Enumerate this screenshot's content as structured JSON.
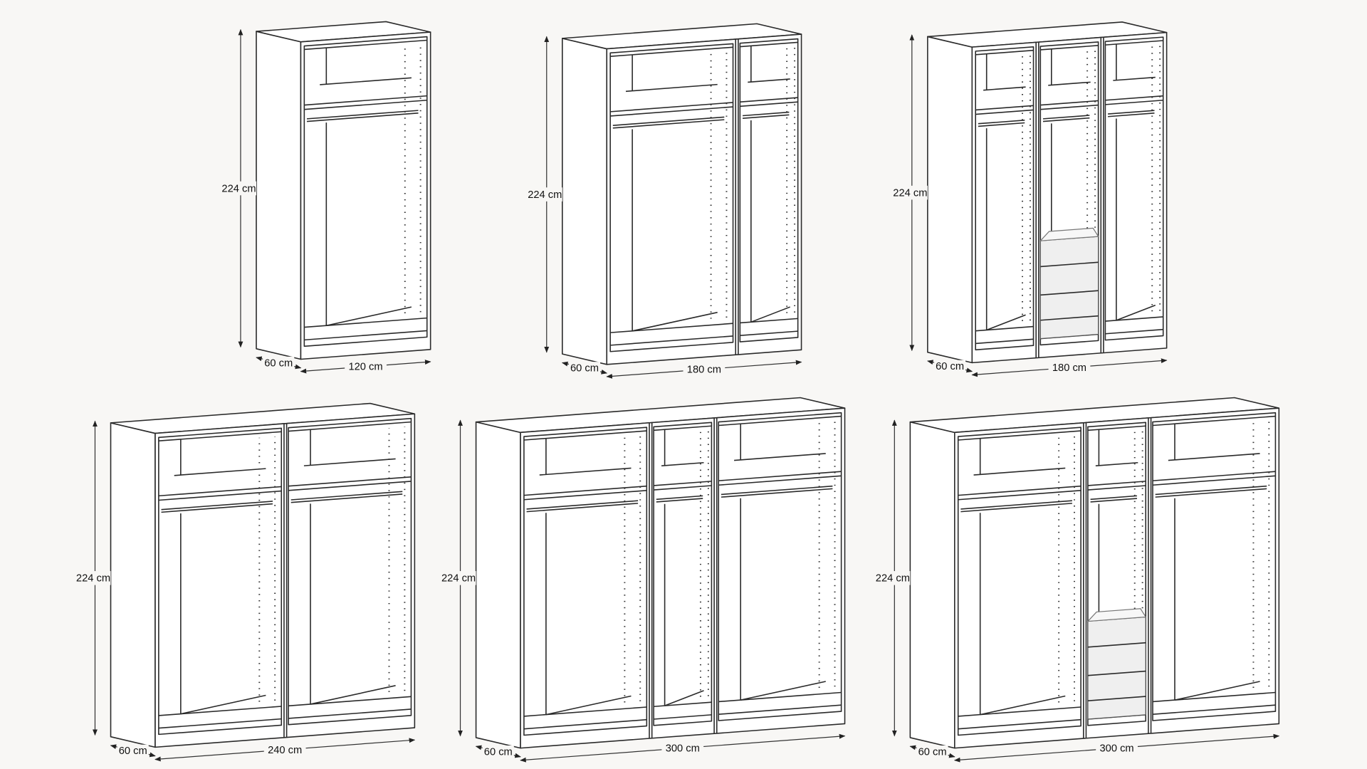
{
  "diagram_title": "",
  "colors": {
    "background": "#f8f7f5",
    "panel": "#ffffff",
    "line": "#2a2a2a",
    "drawer": "#efefef"
  },
  "wardrobes": [
    {
      "height_label": "224 cm",
      "depth_label": "60 cm",
      "width_label": "120 cm",
      "sections": [
        {
          "width_cm": 120,
          "drawers": false
        }
      ]
    },
    {
      "height_label": "224 cm",
      "depth_label": "60 cm",
      "width_label": "180 cm",
      "sections": [
        {
          "width_cm": 120,
          "drawers": false
        },
        {
          "width_cm": 60,
          "drawers": false
        }
      ]
    },
    {
      "height_label": "224 cm",
      "depth_label": "60 cm",
      "width_label": "180 cm",
      "sections": [
        {
          "width_cm": 60,
          "drawers": false
        },
        {
          "width_cm": 60,
          "drawers": true
        },
        {
          "width_cm": 60,
          "drawers": false
        }
      ]
    },
    {
      "height_label": "224 cm",
      "depth_label": "60 cm",
      "width_label": "240 cm",
      "sections": [
        {
          "width_cm": 120,
          "drawers": false
        },
        {
          "width_cm": 120,
          "drawers": false
        }
      ]
    },
    {
      "height_label": "224 cm",
      "depth_label": "60 cm",
      "width_label": "300 cm",
      "sections": [
        {
          "width_cm": 120,
          "drawers": false
        },
        {
          "width_cm": 60,
          "drawers": false
        },
        {
          "width_cm": 120,
          "drawers": false
        }
      ]
    },
    {
      "height_label": "224 cm",
      "depth_label": "60 cm",
      "width_label": "300 cm",
      "sections": [
        {
          "width_cm": 120,
          "drawers": false
        },
        {
          "width_cm": 60,
          "drawers": true
        },
        {
          "width_cm": 120,
          "drawers": false
        }
      ]
    }
  ]
}
